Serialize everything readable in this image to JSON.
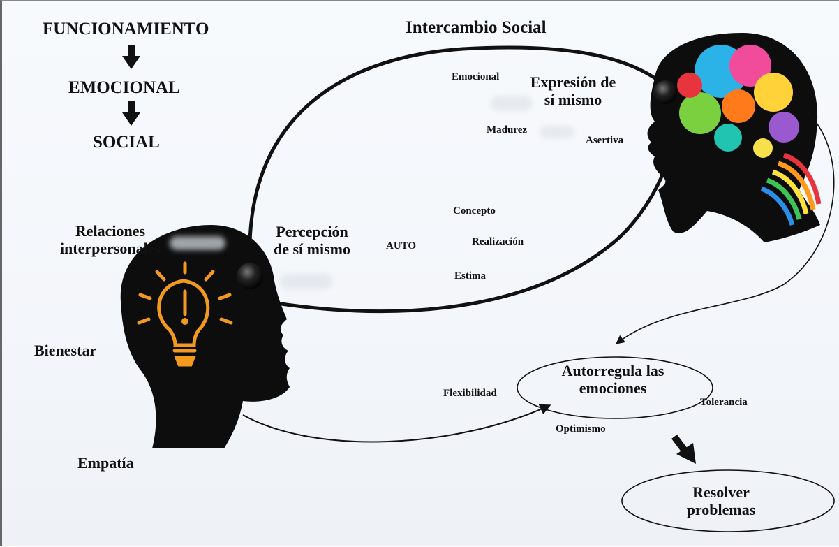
{
  "flow": {
    "step1": "FUNCIONAMIENTO",
    "step2": "EMOCIONAL",
    "step3": "SOCIAL"
  },
  "loop": {
    "title": "Intercambio Social",
    "perception": "Percepción\nde sí mismo",
    "expression": "Expresión de\nsí mismo",
    "auto": "AUTO",
    "concepto": "Concepto",
    "realizacion": "Realización",
    "estima": "Estima",
    "emocional": "Emocional",
    "madurez": "Madurez",
    "asertiva": "Asertiva"
  },
  "left": {
    "relaciones": "Relaciones\ninterpersonales",
    "bienestar": "Bienestar",
    "empatia": "Empatía"
  },
  "regulation": {
    "autorregula": "Autorregula las\nemociones",
    "flexibilidad": "Flexibilidad",
    "tolerancia": "Tolerancia",
    "optimismo": "Optimismo",
    "resolver": "Resolver\nproblemas"
  },
  "colors": {
    "silhouette": "#0d0d0d",
    "bulb": "#f39a1e",
    "line": "#111111"
  },
  "icons": {
    "arrow": "down-arrow-icon",
    "bulb": "lightbulb-icon",
    "mind": "colorful-mind-icon"
  }
}
